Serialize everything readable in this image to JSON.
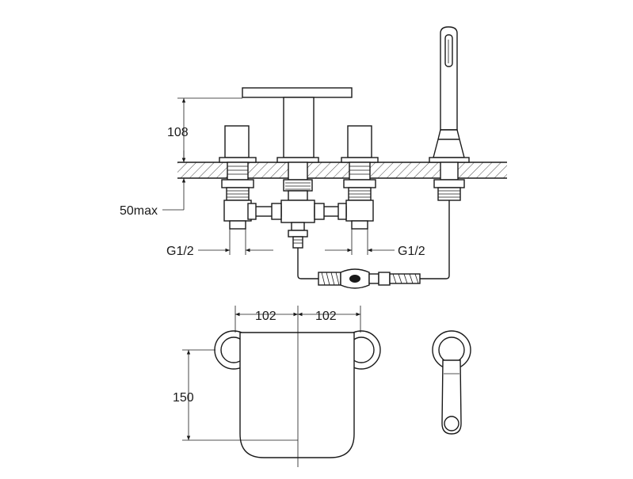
{
  "dimensions": {
    "height_spout": "108",
    "deck_thickness": "50max",
    "thread_left": "G1/2",
    "thread_right": "G1/2",
    "spacing_left": "102",
    "spacing_right": "102",
    "depth": "150"
  }
}
